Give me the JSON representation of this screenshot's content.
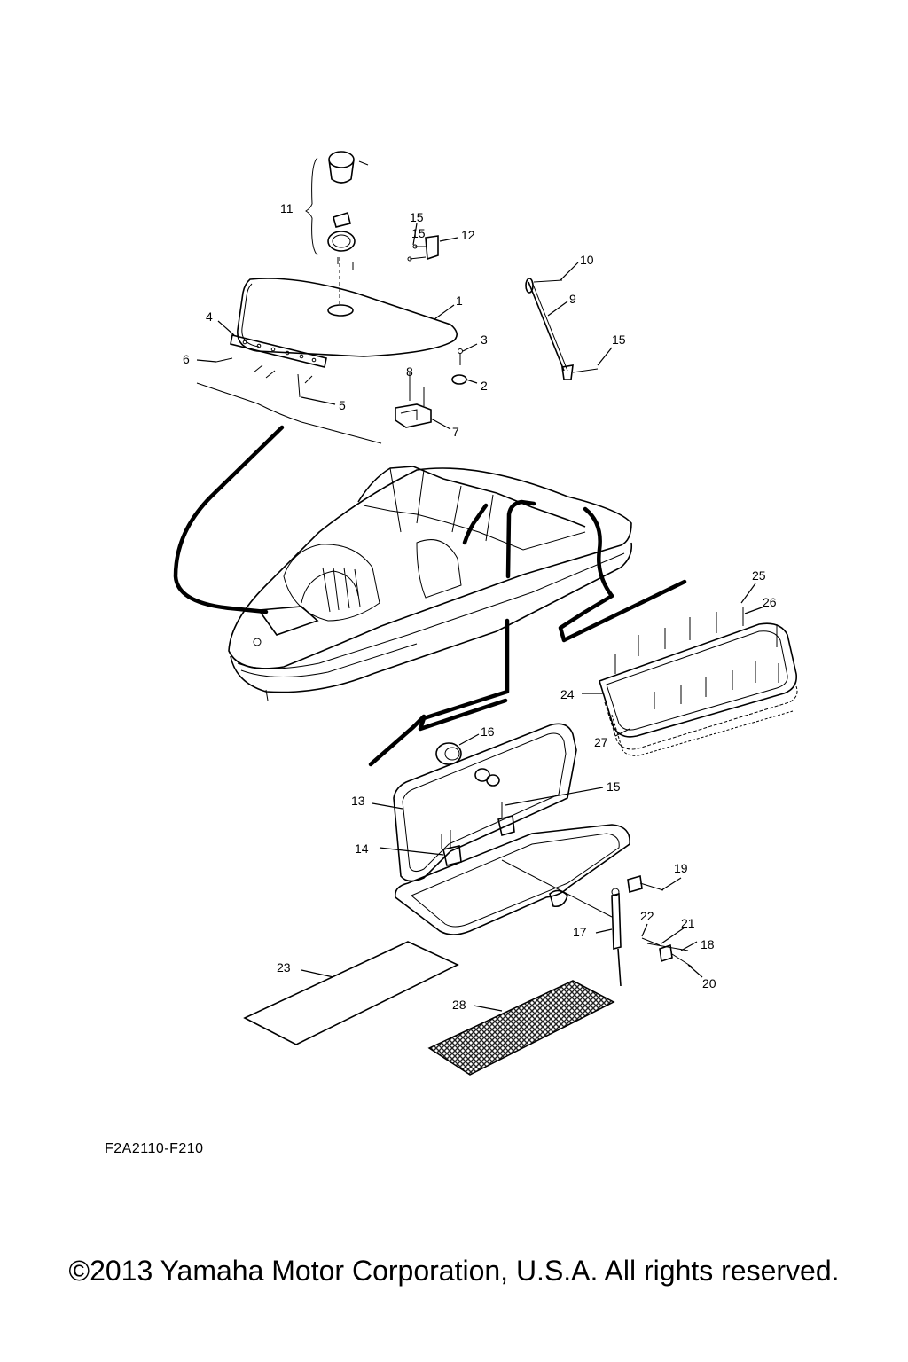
{
  "diagram": {
    "callouts": [
      "1",
      "2",
      "3",
      "4",
      "5",
      "6",
      "7",
      "8",
      "9",
      "10",
      "11",
      "12",
      "13",
      "14",
      "15",
      "15",
      "15",
      "15",
      "16",
      "17",
      "18",
      "19",
      "20",
      "21",
      "22",
      "23",
      "24",
      "25",
      "26",
      "27",
      "28"
    ]
  },
  "footer": {
    "drawing_code": "F2A2110-F210",
    "copyright": "©2013 Yamaha Motor Corporation, U.S.A. All rights reserved."
  }
}
